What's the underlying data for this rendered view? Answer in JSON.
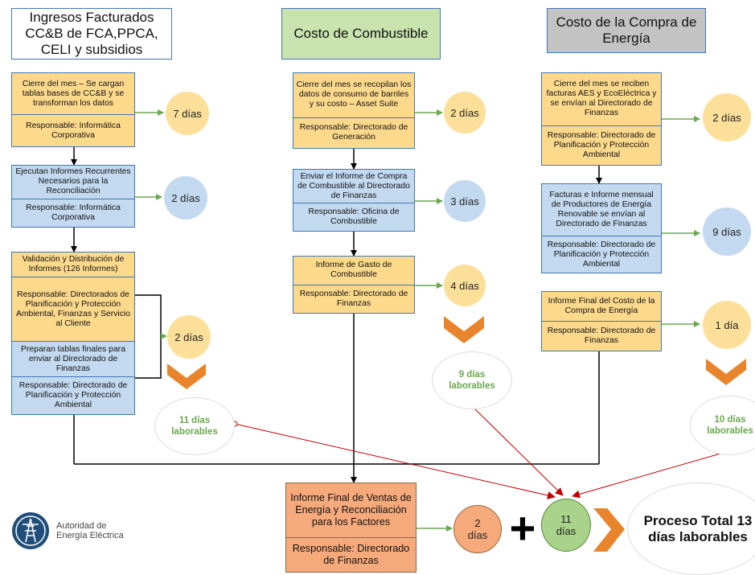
{
  "headers": {
    "ingresos": "Ingresos Facturados CC&B de FCA,PPCA, CELI y subsidios",
    "combustible": "Costo de Combustible",
    "compra": "Costo de la Compra de Energía"
  },
  "col1": {
    "box1": {
      "task": "Cierre del mes – Se cargan tablas bases de CC&B y se transforman los datos",
      "resp": "Responsable: Informática Corporativa"
    },
    "box2": {
      "task": "Ejecutan Informes Recurrentes Necesarios para la Reconciliación",
      "resp": "Responsable: Informática Corporativa"
    },
    "box3": {
      "task": "Validación y Distribución de Informes (126 Informes)",
      "resp": "Responsable: Directorados de Planificación y Protección Ambiental, Finanzas y Servicio al Cliente",
      "task2": "Preparan tablas finales para enviar al Directorado de Finanzas",
      "resp2": "Responsable: Directorado de Planificación y Protección Ambiental"
    },
    "d1": "7 días",
    "d2": "2 días",
    "d3": "2 días",
    "total": "11 días laborables"
  },
  "col2": {
    "box1": {
      "task": "Cierre del mes se recopilan los datos de consumo de barriles y su costo – Asset Suite",
      "resp": "Responsable: Directorado de Generación"
    },
    "box2": {
      "task": "Enviar el Informe de Compra de Combustible al Directorado de Finanzas",
      "resp": "Responsable: Oficina de Combustible"
    },
    "box3": {
      "task": "Informe de Gasto de Combustible",
      "resp": "Responsable: Directorado de Finanzas"
    },
    "d1": "2 días",
    "d2": "3 días",
    "d3": "4 días",
    "total": "9 días laborables"
  },
  "col3": {
    "box1": {
      "task": "Cierre del mes se reciben facturas AES y EcoEléctrica y se envían al Directorado de Finanzas",
      "resp": "Responsable: Directorado de Planificación y Protección Ambiental"
    },
    "box2": {
      "task": "Facturas e Informe mensual de Productores de Energía Renovable se envían al Directorado de Finanzas",
      "resp": "Responsable: Directorado de Planificación y Protección Ambiental"
    },
    "box3": {
      "task": "Informe Final del Costo de la Compra de Energía",
      "resp": "Responsable: Directorado de Finanzas"
    },
    "d1": "2 días",
    "d2": "9 días",
    "d3": "1 día",
    "total": "10 días laborables"
  },
  "final": {
    "task": "Informe Final de Ventas de Energía y Reconciliación para los Factores",
    "resp": "Responsable: Directorado de Finanzas",
    "d_final": "2 días",
    "d_max": "11 días",
    "plus": "+",
    "total": "Proceso Total 13 días laborables"
  },
  "logo": {
    "name": "Autoridad de Energía Eléctrica"
  },
  "colors": {
    "yellow": "#fdd98c",
    "blue": "#c3d9ef",
    "orange_box": "#f6aa7c",
    "green_header": "#c9e3ae",
    "gray_header": "#c3c3c3",
    "chevron": "#e8852c",
    "green_arrow": "#6aa84f",
    "red_arrow": "#c00000",
    "border": "#3e78b8"
  }
}
